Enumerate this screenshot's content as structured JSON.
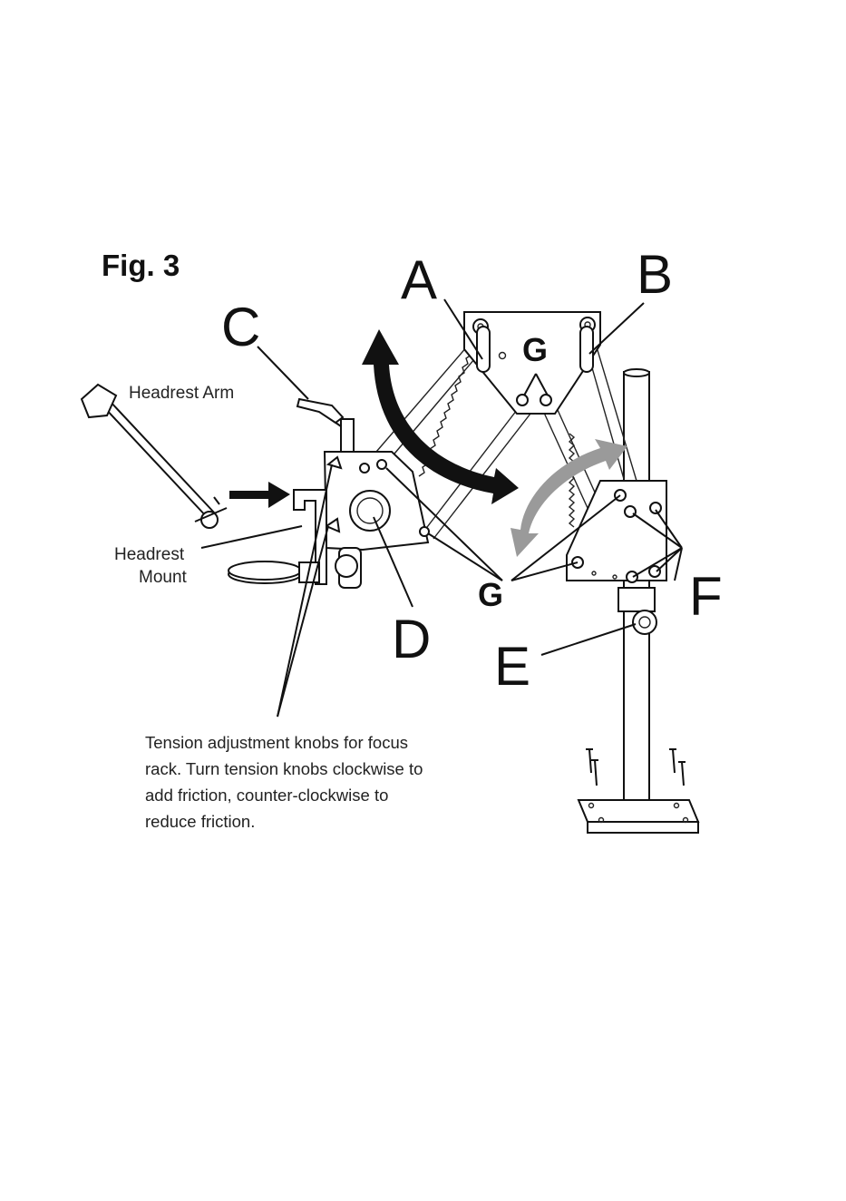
{
  "figure": {
    "title": "Fig. 3",
    "labels": {
      "a": "A",
      "b": "B",
      "c": "C",
      "d": "D",
      "e": "E",
      "f": "F",
      "g_top": "G",
      "g_bottom": "G"
    },
    "headrest_arm": "Headrest Arm",
    "headrest_mount_line1": "Headrest",
    "headrest_mount_line2": "Mount",
    "caption": "Tension adjustment knobs for focus rack. Turn tension knobs clockwise to add friction, counter-clockwise to reduce friction.",
    "colors": {
      "ink": "#111111",
      "black_arrow": "#111111",
      "gray_arrow": "#9a9a9a"
    }
  }
}
